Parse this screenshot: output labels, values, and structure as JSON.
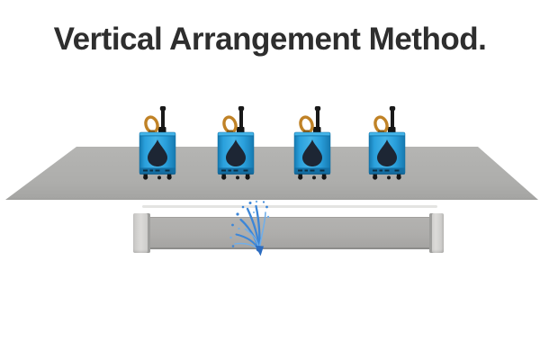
{
  "title": {
    "text": "Vertical Arrangement Method."
  },
  "devices": {
    "count": 4
  },
  "scene": {
    "graphics": [
      "ground-platform",
      "leak-detector-device",
      "water-drop-icon",
      "antenna-icon",
      "ring-handle-icon",
      "pipeline",
      "pipe-flange",
      "water-leak-spray"
    ]
  },
  "colors": {
    "title_text": "#2e2e2e",
    "platform_gray": "#adadab",
    "platform_light": "#b5b5b3",
    "pipe_gray": "#aeadab",
    "pipe_edge": "#8d8d8b",
    "flange_gray": "#dcdbd9",
    "highlight_gray": "#e4e4e2",
    "device_blue": "#2aa0dc",
    "device_blue_light": "#44b4e8",
    "device_blue_dark": "#1679b0",
    "device_band": "#146fa4",
    "device_band_edge": "#0d5c8c",
    "drop_navy": "#1d2634",
    "ring_gold": "#c08226",
    "ring_gold_dark": "#8f5c12",
    "antenna_black": "#191919",
    "water_blue": "#3c86d8",
    "water_blue_light": "#71aee8",
    "water_blue_deep": "#2c6cc0"
  }
}
